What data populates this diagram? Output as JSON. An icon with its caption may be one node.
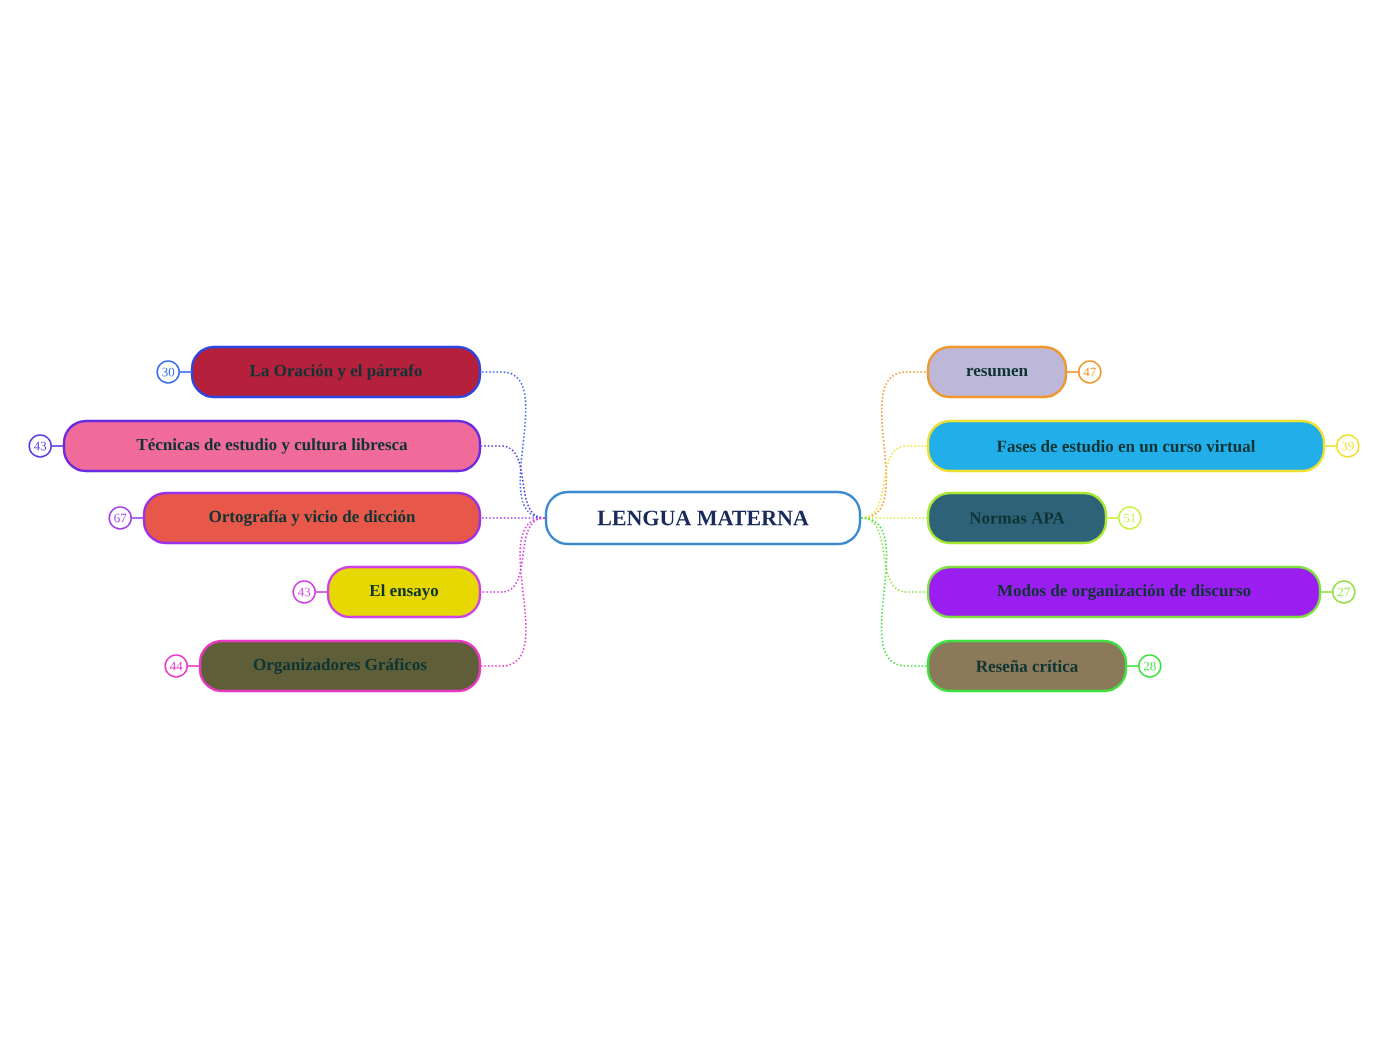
{
  "diagram": {
    "nodes": [
      {
        "text": [
          "LENGUA MATERNA"
        ]
      },
      {
        "text": [
          "La Oración y el párrafo"
        ],
        "beside": [
          "30"
        ]
      },
      {
        "text": [
          "Técnicas de estudio y cultura libresca"
        ],
        "beside": [
          "43"
        ]
      },
      {
        "text": [
          "Ortografía y vicio de dicción"
        ],
        "beside": [
          "67"
        ]
      },
      {
        "text": [
          "El ensayo"
        ],
        "beside": [
          "43"
        ]
      },
      {
        "text": [
          "Organizadores Gráficos"
        ],
        "beside": [
          "44"
        ]
      },
      {
        "text": [
          "resumen"
        ],
        "beside": [
          "47"
        ]
      },
      {
        "text": [
          "Fases de estudio en un curso virtual"
        ],
        "beside": [
          "39"
        ]
      },
      {
        "text": [
          "Normas APA"
        ],
        "beside": [
          "51"
        ]
      },
      {
        "text": [
          "Modos de organización de discurso"
        ],
        "beside": [
          "27"
        ]
      },
      {
        "text": [
          "Reseña crítica"
        ],
        "beside": [
          "28"
        ]
      }
    ],
    "edges": [
      {
        "from": 0,
        "to": 1,
        "arrow": "none",
        "style": "dashed",
        "color": "#3a6cf0"
      },
      {
        "from": 0,
        "to": 2,
        "arrow": "none",
        "style": "dashed",
        "color": "#5a3ae0"
      },
      {
        "from": 0,
        "to": 3,
        "arrow": "none",
        "style": "dashed",
        "color": "#a040e8"
      },
      {
        "from": 0,
        "to": 4,
        "arrow": "none",
        "style": "dashed",
        "color": "#d040e0"
      },
      {
        "from": 0,
        "to": 5,
        "arrow": "none",
        "style": "dashed",
        "color": "#e838c8"
      },
      {
        "from": 0,
        "to": 6,
        "arrow": "none",
        "style": "dashed",
        "color": "#f0962a"
      },
      {
        "from": 0,
        "to": 7,
        "arrow": "none",
        "style": "dashed",
        "color": "#f0e030"
      },
      {
        "from": 0,
        "to": 8,
        "arrow": "none",
        "style": "dashed",
        "color": "#c8f040"
      },
      {
        "from": 0,
        "to": 9,
        "arrow": "none",
        "style": "dashed",
        "color": "#90e040"
      },
      {
        "from": 0,
        "to": 10,
        "arrow": "none",
        "style": "dashed",
        "color": "#40e040"
      }
    ]
  }
}
